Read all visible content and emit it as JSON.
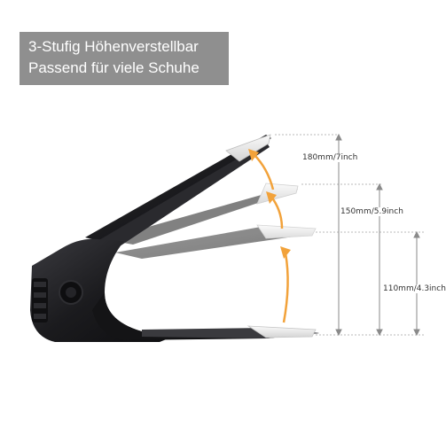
{
  "banner": {
    "line1": "3-Stufig Höhenverstellbar",
    "line2": "Passend für viele Schuhe",
    "background": "#8f8f8f",
    "text_color": "#ffffff"
  },
  "dimensions": {
    "top": "180mm/7inch",
    "middle": "150mm/5.9inch",
    "bottom": "110mm/4.3inch"
  },
  "colors": {
    "product": "#1c1c1f",
    "arrow": "#f2a23a",
    "dimension_line": "#b8b8b8"
  },
  "icons": {
    "adjust_arrow": "curved-arrow-up-icon"
  }
}
